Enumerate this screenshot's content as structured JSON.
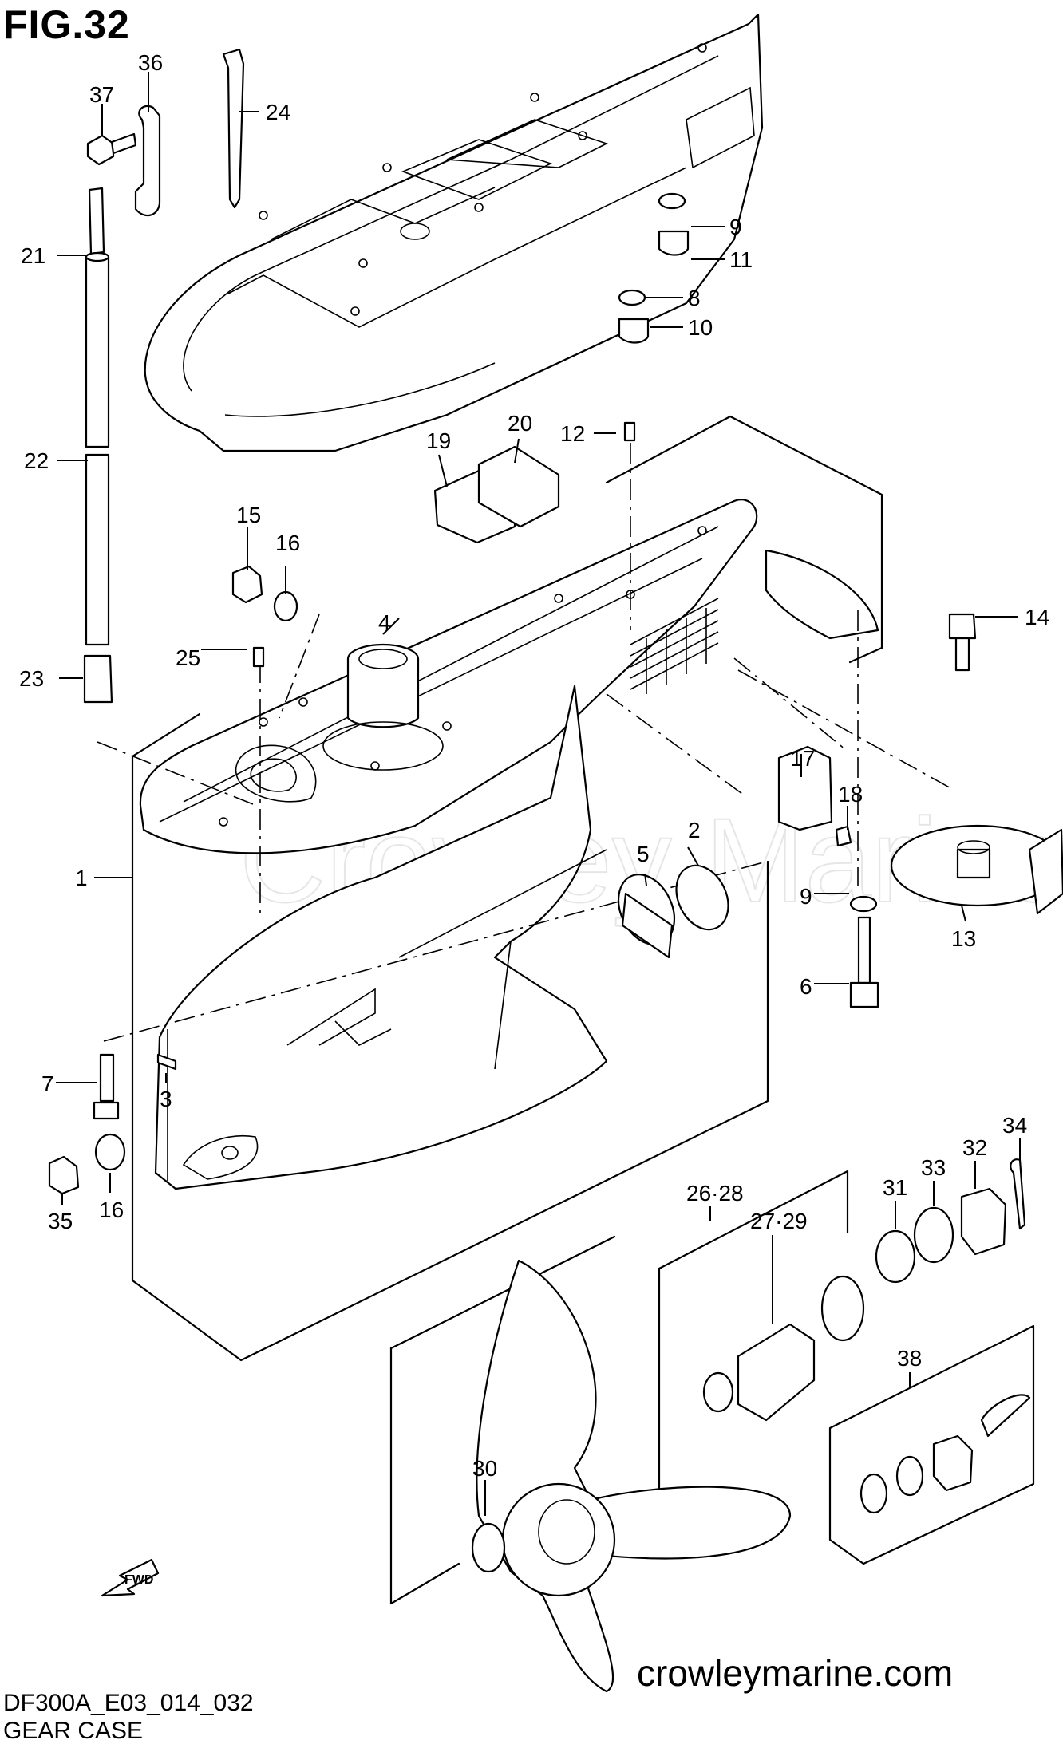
{
  "figure": {
    "title": "FIG.32"
  },
  "footer": {
    "code": "DF300A_E03_014_032",
    "name": "GEAR CASE"
  },
  "site": "crowleymarine.com",
  "watermark": "Crowley Marine",
  "fwd_label": "FWD",
  "callouts": [
    "36",
    "37",
    "24",
    "21",
    "22",
    "9",
    "11",
    "8",
    "10",
    "12",
    "19",
    "20",
    "15",
    "16",
    "4",
    "25",
    "23",
    "14",
    "1",
    "17",
    "18",
    "2",
    "5",
    "9",
    "6",
    "13",
    "7",
    "3",
    "35",
    "16",
    "34",
    "31",
    "33",
    "32",
    "26·28",
    "27·29",
    "38",
    "30"
  ]
}
